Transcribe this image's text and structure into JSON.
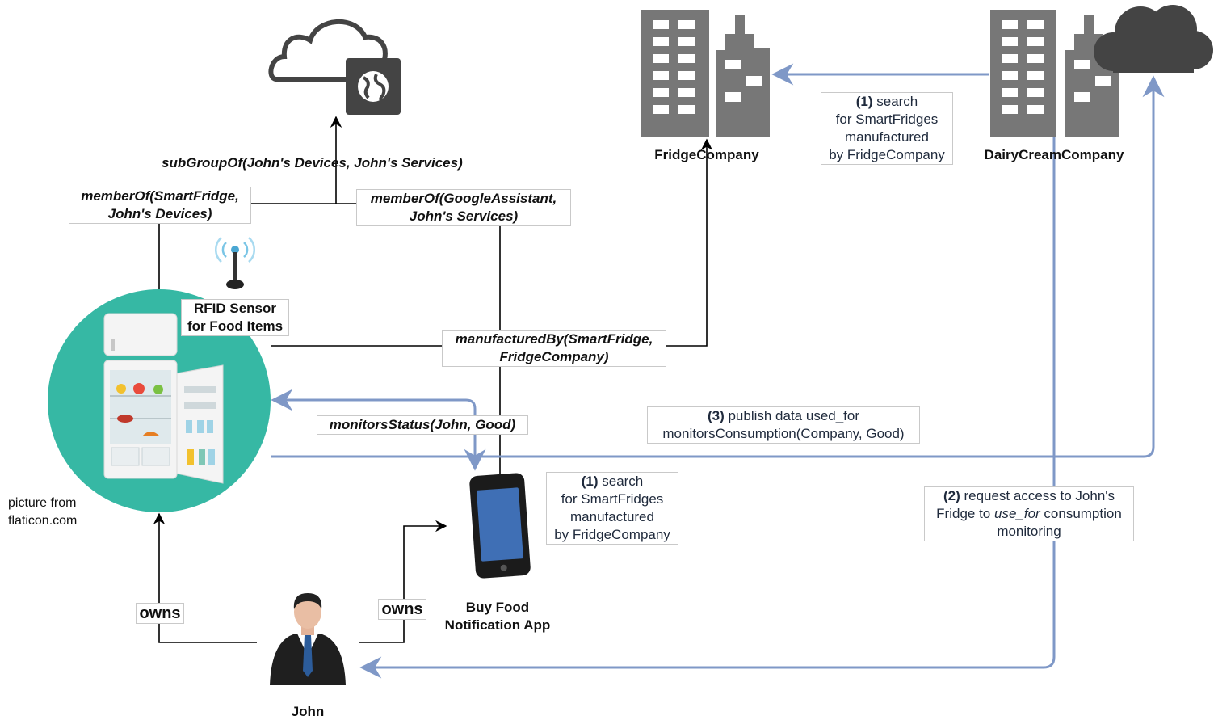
{
  "relations": {
    "subgroup": "subGroupOf(John's Devices, John's Services)",
    "member_fridge": [
      "memberOf(SmartFridge,",
      "John's Devices)"
    ],
    "member_assistant": [
      "memberOf(GoogleAssistant,",
      "John's Services)"
    ],
    "manufactured_by": [
      "manufacturedBy(SmartFridge,",
      "FridgeCompany)"
    ],
    "monitors_status": "monitorsStatus(John, Good)",
    "owns_fridge": "owns",
    "owns_app": "owns"
  },
  "steps": {
    "search_top": {
      "num": "(1)",
      "lines": [
        " search",
        "for SmartFridges",
        "manufactured",
        "by FridgeCompany"
      ]
    },
    "search_app": {
      "num": "(1)",
      "lines": [
        " search",
        "for SmartFridges",
        "manufactured",
        "by FridgeCompany"
      ]
    },
    "request": {
      "num": "(2)",
      "line1": " request access to John's",
      "line2_a": "Fridge to ",
      "line2_em": "use_for",
      "line2_b": " consumption",
      "line3": "monitoring"
    },
    "publish": {
      "num": "(3)",
      "line1": " publish data used_for",
      "line2": "monitorsConsumption(Company, Good)"
    }
  },
  "entities": {
    "fridge_company": "FridgeCompany",
    "dairy_company": "DairyCreamCompany",
    "rfid": [
      "RFID Sensor",
      "for Food Items"
    ],
    "app": [
      "Buy Food",
      "Notification App"
    ],
    "john": "John",
    "credit": [
      "picture from",
      "flaticon.com"
    ]
  },
  "colors": {
    "flow_arrow": "#7f98c7",
    "black_line": "#000000",
    "fridge_circle": "#36b8a4",
    "building": "#777777",
    "cloud_dark": "#444444"
  },
  "icons": [
    "cloud-globe-icon",
    "building-icon",
    "dark-cloud-icon",
    "rfid-antenna-icon",
    "fridge-icon",
    "smartphone-icon",
    "person-icon"
  ]
}
